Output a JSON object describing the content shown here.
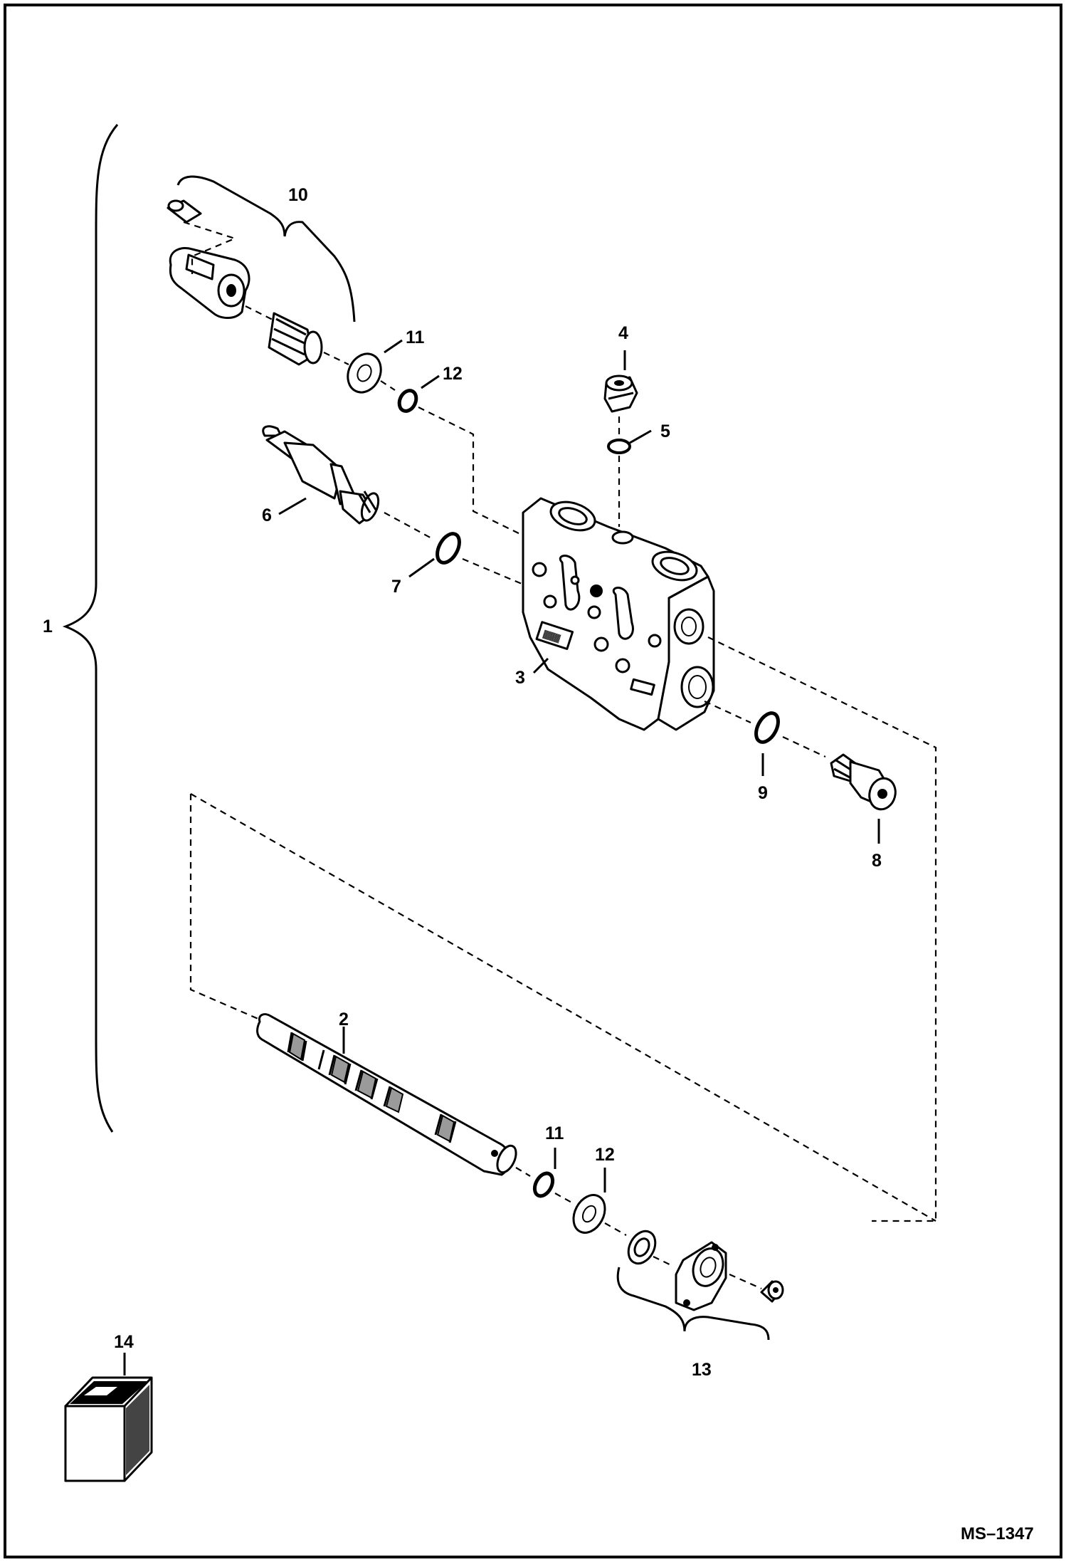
{
  "diagram": {
    "drawing_code": "MS–1347",
    "callouts": {
      "c1": "1",
      "c2": "2",
      "c3": "3",
      "c4": "4",
      "c5": "5",
      "c6": "6",
      "c7": "7",
      "c8": "8",
      "c9": "9",
      "c10": "10",
      "c11a": "11",
      "c11b": "11",
      "c12a": "12",
      "c12b": "12",
      "c13": "13",
      "c14": "14"
    }
  }
}
